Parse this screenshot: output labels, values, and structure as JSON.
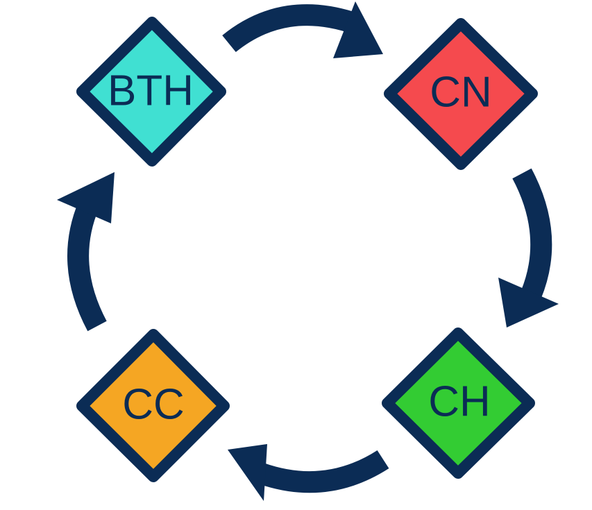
{
  "colors": {
    "outline": "#0b2c55",
    "text": "#0b2c55",
    "arrow": "#0b2c55",
    "background": "#ffffff"
  },
  "nodes": [
    {
      "label": "BTH",
      "fill": "#40e0d2"
    },
    {
      "label": "CN",
      "fill": "#f54a4e"
    },
    {
      "label": "CH",
      "fill": "#33cc33"
    },
    {
      "label": "CC",
      "fill": "#f5a623"
    }
  ],
  "flow": [
    {
      "from": "BTH",
      "to": "CN"
    },
    {
      "from": "CN",
      "to": "CH"
    },
    {
      "from": "CH",
      "to": "CC"
    },
    {
      "from": "CC",
      "to": "BTH"
    }
  ]
}
